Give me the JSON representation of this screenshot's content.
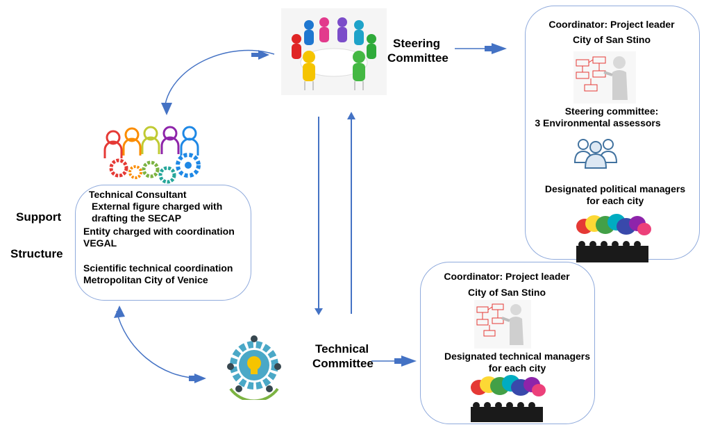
{
  "steering": {
    "label_line1": "Steering",
    "label_line2": "Committee"
  },
  "technical": {
    "label_line1": "Technical",
    "label_line2": "Committee"
  },
  "support": {
    "label_line1": "Support",
    "label_line2": "Structure",
    "items": [
      "Technical Consultant",
      "External figure charged with",
      "drafting the SECAP",
      "Entity charged with coordination",
      "VEGAL",
      "Scientific technical coordination",
      "Metropolitan City of Venice"
    ]
  },
  "steering_box": {
    "coordinator": "Coordinator: Project leader",
    "city": "City of San Stino",
    "committee_line1": "Steering committee:",
    "committee_line2": "3 Environmental assessors",
    "managers_line1": "Designated political managers",
    "managers_line2": "for each city"
  },
  "technical_box": {
    "coordinator": "Coordinator: Project leader",
    "city": "City of San Stino",
    "managers_line1": "Designated technical managers",
    "managers_line2": "for each city"
  },
  "colors": {
    "arrow": "#4472c4",
    "box_border": "#8faadc"
  }
}
